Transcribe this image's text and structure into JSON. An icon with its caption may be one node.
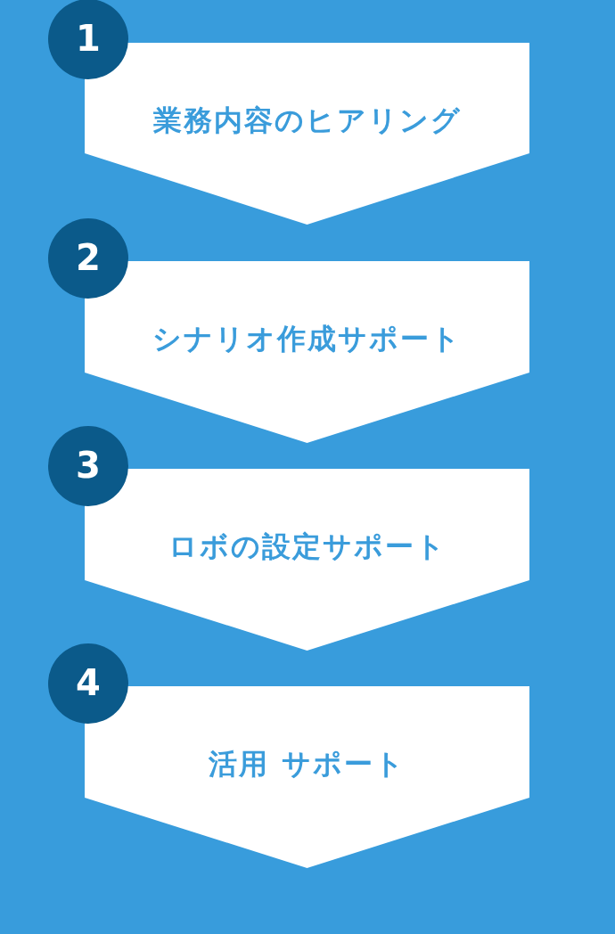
{
  "diagram": {
    "nodes": [
      {
        "text": [
          "1"
        ]
      },
      {
        "text": [
          "業務内容のヒアリング"
        ]
      },
      {
        "text": [
          "2"
        ]
      },
      {
        "text": [
          "シナリオ作成サポート"
        ]
      },
      {
        "text": [
          "3"
        ]
      },
      {
        "text": [
          "ロボの設定サポート"
        ]
      },
      {
        "text": [
          "4"
        ]
      },
      {
        "text": [
          "活用 サポート"
        ]
      }
    ]
  }
}
